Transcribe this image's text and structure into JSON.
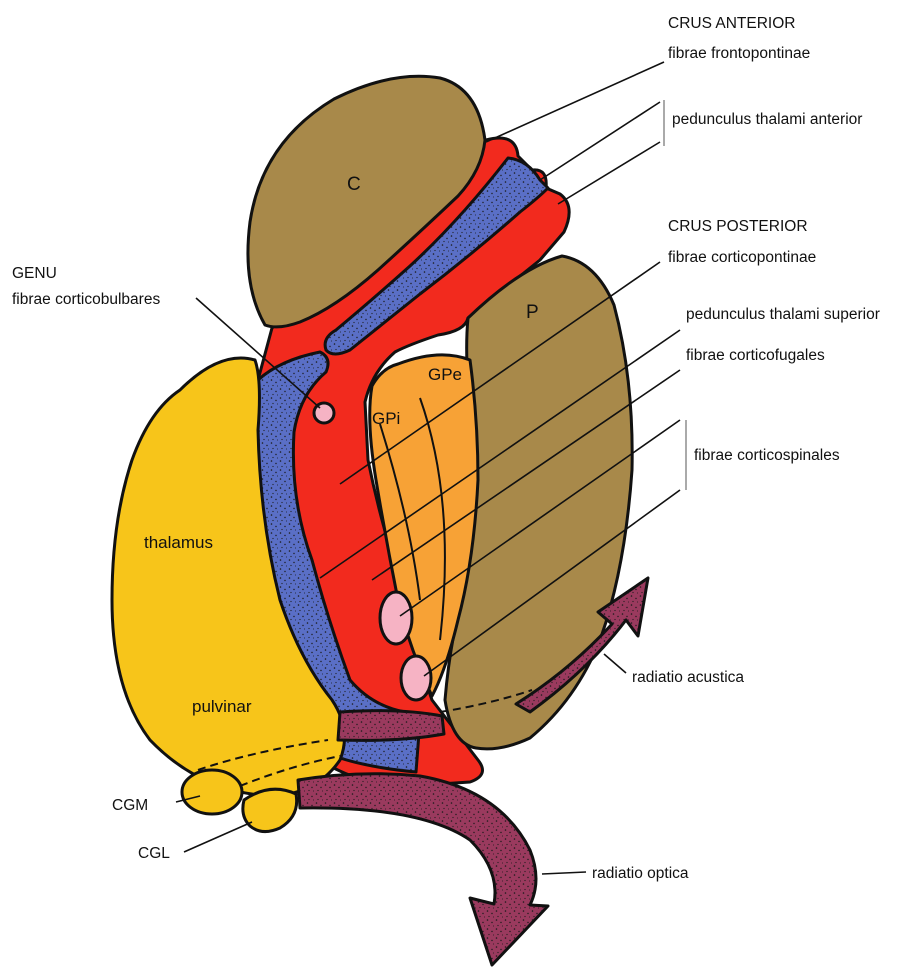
{
  "colors": {
    "caudate_putamen": "#a8894a",
    "internal_capsule": "#f22a1e",
    "thalamic_peduncle": "#5a6fc6",
    "globus_pallidus": "#f7a236",
    "thalamus": "#f7c51a",
    "radiation": "#9a3a5e",
    "nucleus_pink": "#f6b3c4"
  },
  "labels": {
    "crus_anterior": "CRUS ANTERIOR",
    "fibrae_frontopontinae": "fibrae frontopontinae",
    "pedunculus_thalami_anterior": "pedunculus thalami anterior",
    "crus_posterior": "CRUS POSTERIOR",
    "fibrae_corticopontinae": "fibrae corticopontinae",
    "pedunculus_thalami_superior": "pedunculus thalami superior",
    "fibrae_corticofugales": "fibrae corticofugales",
    "fibrae_corticospinales": "fibrae corticospinales",
    "radiatio_acustica": "radiatio acustica",
    "radiatio_optica": "radiatio optica",
    "genu": "GENU",
    "fibrae_corticobulbares": "fibrae corticobulbares",
    "cgm": "CGM",
    "cgl": "CGL"
  },
  "structures": {
    "caudate": "C",
    "putamen": "P",
    "gpe": "GPe",
    "gpi": "GPi",
    "thalamus": "thalamus",
    "pulvinar": "pulvinar"
  }
}
